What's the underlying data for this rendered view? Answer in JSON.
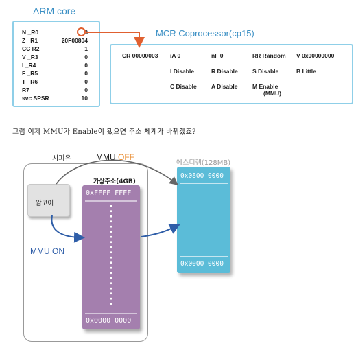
{
  "arm_core": {
    "title": "ARM core",
    "registers": [
      {
        "name": "N   _R0",
        "value": "3"
      },
      {
        "name": "Z   _R1",
        "value": "20F00804"
      },
      {
        "name": "CC   R2",
        "value": "1"
      },
      {
        "name": "V   _R3",
        "value": "0"
      },
      {
        "name": "I   _R4",
        "value": "0"
      },
      {
        "name": "F   _R5",
        "value": "0"
      },
      {
        "name": "T   _R6",
        "value": "0"
      },
      {
        "name": "       R7",
        "value": "0"
      },
      {
        "name": "svc SPSR",
        "value": "10"
      }
    ]
  },
  "mcr": {
    "title": "MCR  Coprocessor(cp15)",
    "cr": "CR  00000003",
    "row1": [
      "iA  0",
      "nF  0",
      "RR  Random",
      "V  0x00000000"
    ],
    "row2": [
      "I    Disable",
      "R    Disable",
      "S    Disable",
      "B    Little"
    ],
    "row3": [
      "C    Disable",
      "A    Disable",
      "M     Enable"
    ],
    "row3_sub": "(MMU)"
  },
  "sentence": "그럼  이제  MMU가 Enable이  됐으면  주소  체계가  바뀌겠죠?",
  "diagram": {
    "cpu_label": "시피유",
    "mmu_off_prefix": "MMU ",
    "mmu_off_state": "OFF",
    "mmu_on_prefix": "MMU ",
    "mmu_on_state": "ON",
    "arm_core_label": "암코어",
    "vaddr_label": "가상주소(4GB)",
    "vaddr_top": "0xFFFF  FFFF",
    "vaddr_bottom": "0x0000  0000",
    "dram_label": "에스디램(128MB)",
    "dram_top": "0x0800  0000",
    "dram_bottom": "0x0000  0000"
  },
  "colors": {
    "accent_blue": "#3a8fc4",
    "panel_border": "#8fcfe8",
    "highlight_orange": "#e06030",
    "off_color": "#e8892c",
    "on_color": "#2f5ea8",
    "virtual_purple": "#a47fae",
    "dram_cyan": "#5bbcd8"
  }
}
